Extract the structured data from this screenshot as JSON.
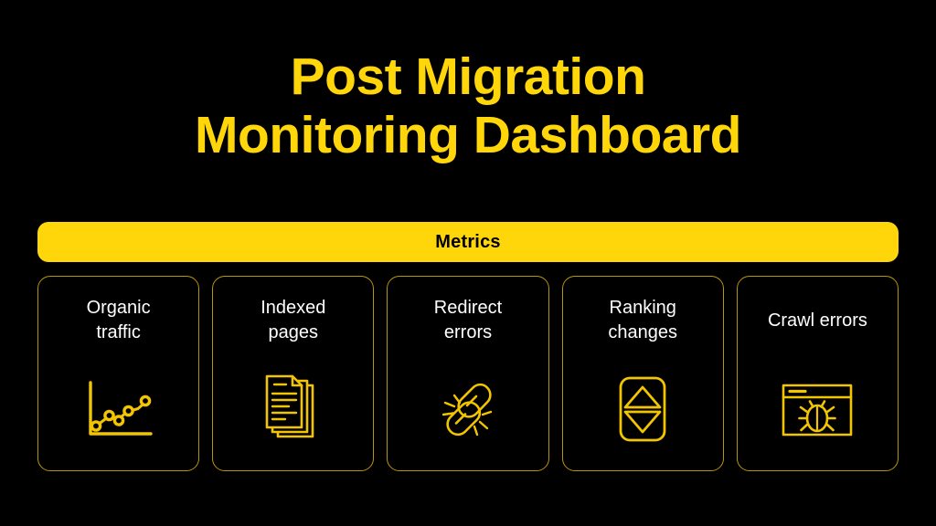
{
  "title": {
    "line1": "Post Migration",
    "line2": "Monitoring Dashboard"
  },
  "banner": {
    "label": "Metrics"
  },
  "cards": [
    {
      "label": "Organic\ntraffic",
      "icon": "line-chart-icon",
      "single_line": false
    },
    {
      "label": "Indexed\npages",
      "icon": "stacked-documents-icon",
      "single_line": false
    },
    {
      "label": "Redirect\nerrors",
      "icon": "broken-link-icon",
      "single_line": false
    },
    {
      "label": "Ranking\nchanges",
      "icon": "up-down-arrows-icon",
      "single_line": false
    },
    {
      "label": "Crawl errors",
      "icon": "browser-bug-icon",
      "single_line": true
    }
  ],
  "colors": {
    "background": "#000000",
    "accent_yellow": "#FFD60A",
    "icon_yellow": "#F2C500",
    "card_border": "#B8960B",
    "label_white": "#FFFFFF",
    "banner_text": "#000000"
  }
}
